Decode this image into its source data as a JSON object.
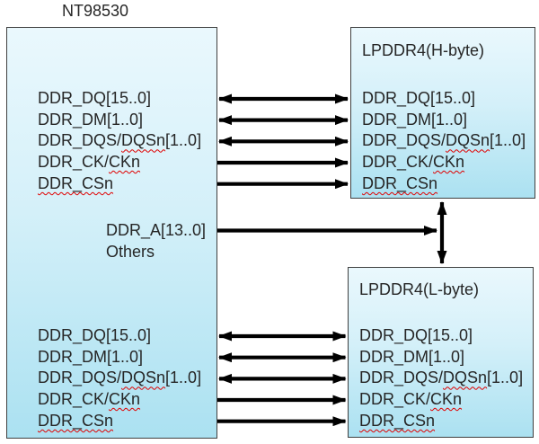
{
  "colors": {
    "box_fill_top": "#eaf8fd",
    "box_fill_bottom": "#abe1f1",
    "box_border": "#404040",
    "text": "#262626",
    "arrow": "#000000",
    "spellcheck_underline": "#e00000"
  },
  "soc": {
    "title": "NT98530",
    "top_signals": [
      {
        "pre": "DDR_DQ[15..0]",
        "mark": "",
        "post": ""
      },
      {
        "pre": "DDR_DM[1..0]",
        "mark": "",
        "post": ""
      },
      {
        "pre": "DDR_DQS/",
        "mark": "DQSn",
        "post": "[1..0]"
      },
      {
        "pre": "DDR_CK/",
        "mark": "CKn",
        "post": ""
      },
      {
        "pre": "",
        "mark": "DDR_CSn",
        "post": ""
      }
    ],
    "shared_signals": [
      {
        "pre": "DDR_A[13..0]",
        "mark": "",
        "post": ""
      },
      {
        "pre": "Others",
        "mark": "",
        "post": ""
      }
    ],
    "bottom_signals": [
      {
        "pre": "DDR_DQ[15..0]",
        "mark": "",
        "post": ""
      },
      {
        "pre": "DDR_DM[1..0]",
        "mark": "",
        "post": ""
      },
      {
        "pre": "DDR_DQS/",
        "mark": "DQSn",
        "post": "[1..0]"
      },
      {
        "pre": "DDR_CK/",
        "mark": "CKn",
        "post": ""
      },
      {
        "pre": "",
        "mark": "DDR_CSn",
        "post": ""
      }
    ]
  },
  "memory_h": {
    "title": "LPDDR4(H-byte)",
    "signals": [
      {
        "pre": "DDR_DQ[15..0]",
        "mark": "",
        "post": ""
      },
      {
        "pre": "DDR_DM[1..0]",
        "mark": "",
        "post": ""
      },
      {
        "pre": "DDR_DQS/",
        "mark": "DQSn",
        "post": "[1..0]"
      },
      {
        "pre": "DDR_CK/",
        "mark": "CKn",
        "post": ""
      },
      {
        "pre": "",
        "mark": "DDR_CSn",
        "post": ""
      }
    ]
  },
  "memory_l": {
    "title": "LPDDR4(L-byte)",
    "signals": [
      {
        "pre": "DDR_DQ[15..0]",
        "mark": "",
        "post": ""
      },
      {
        "pre": "DDR_DM[1..0]",
        "mark": "",
        "post": ""
      },
      {
        "pre": "DDR_DQS/",
        "mark": "DQSn",
        "post": "[1..0]"
      },
      {
        "pre": "DDR_CK/",
        "mark": "CKn",
        "post": ""
      },
      {
        "pre": "",
        "mark": "DDR_CSn",
        "post": ""
      }
    ]
  },
  "arrows": {
    "top_group": [
      "bidirectional",
      "bidirectional",
      "bidirectional",
      "right",
      "right"
    ],
    "bottom_group": [
      "bidirectional",
      "bidirectional",
      "bidirectional",
      "right",
      "right"
    ],
    "address_bus": "right",
    "h_l_link": "bidirectional"
  }
}
